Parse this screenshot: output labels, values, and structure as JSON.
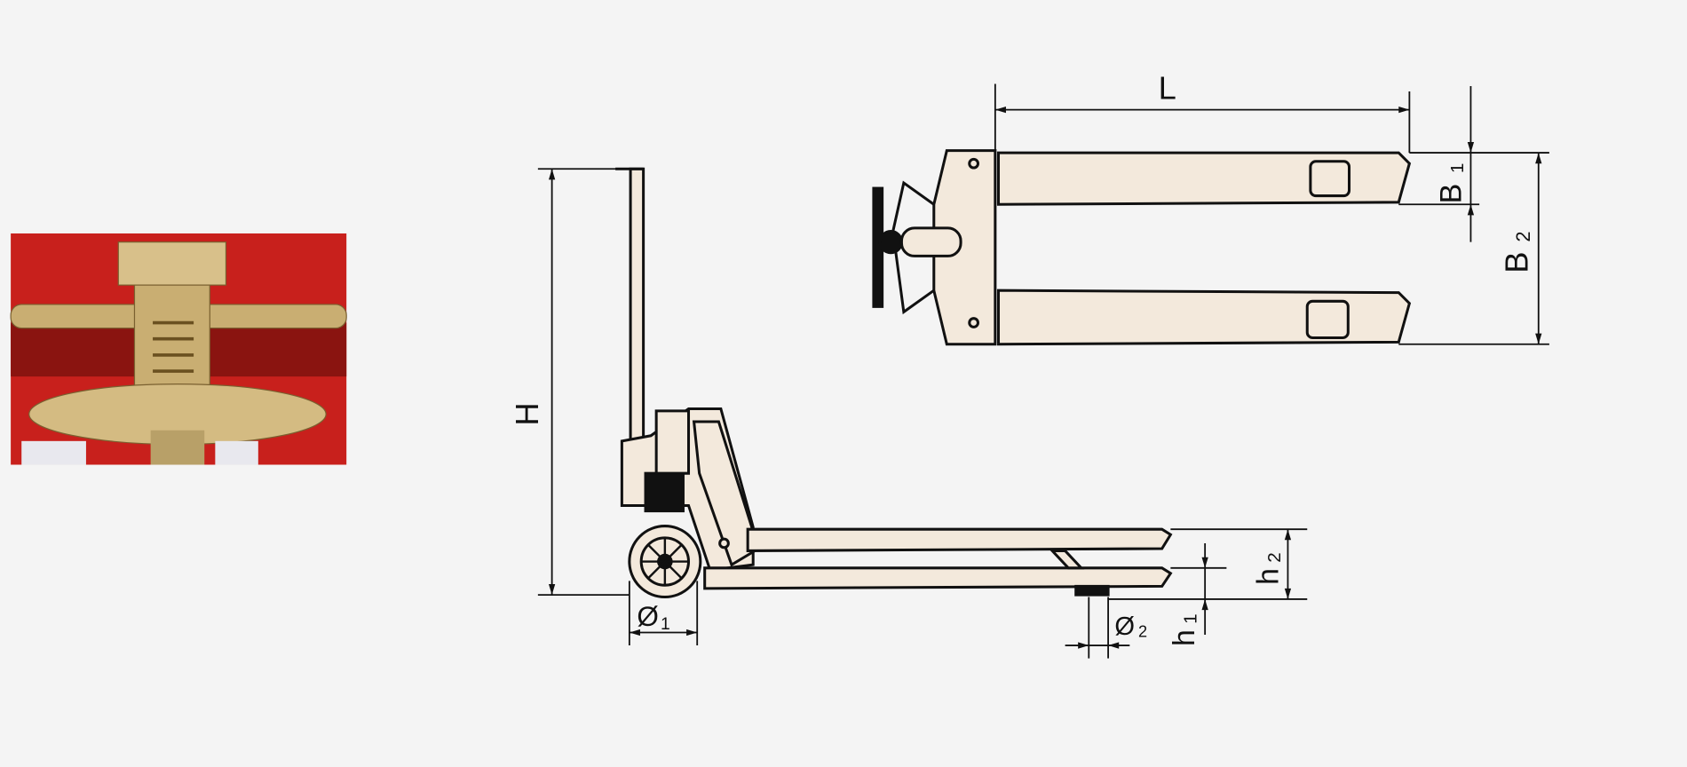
{
  "labels": {
    "L": "L",
    "H": "H",
    "B1": "B",
    "B1_sub": "1",
    "B2": "B",
    "B2_sub": "2",
    "h1": "h",
    "h1_sub": "1",
    "h2": "h",
    "h2_sub": "2",
    "d1": "Ø",
    "d1_sub": "1",
    "d2": "Ø",
    "d2_sub": "2"
  },
  "colors": {
    "background": "#f4f4f4",
    "body_fill": "#f3e9dc",
    "outline": "#111111",
    "photo_red": "#c8201c",
    "photo_brass": "#c9ae72"
  }
}
